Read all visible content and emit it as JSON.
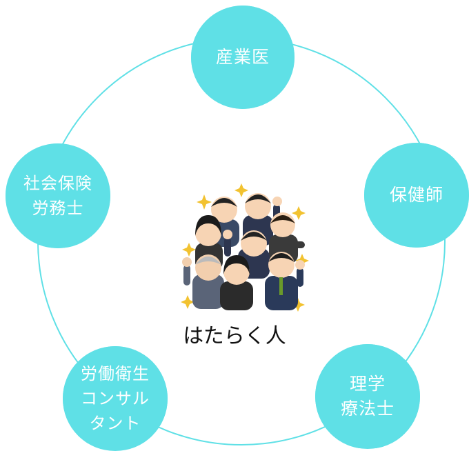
{
  "center": {
    "label": "はたらく人"
  },
  "nodes": [
    {
      "id": "sangyoui",
      "lines": [
        "産業医"
      ]
    },
    {
      "id": "hokenshi",
      "lines": [
        "保健師"
      ]
    },
    {
      "id": "rigaku",
      "lines": [
        "理学",
        "療法士"
      ]
    },
    {
      "id": "roudou",
      "lines": [
        "労働衛生",
        "コンサル",
        "タント"
      ]
    },
    {
      "id": "sharoushi",
      "lines": [
        "社会保険",
        "労務士"
      ]
    }
  ],
  "colors": {
    "node_fill": "#5fe0e6",
    "ring": "#5fe0e6",
    "node_text": "#ffffff"
  },
  "icons": {
    "center": "working-people-illustration"
  }
}
